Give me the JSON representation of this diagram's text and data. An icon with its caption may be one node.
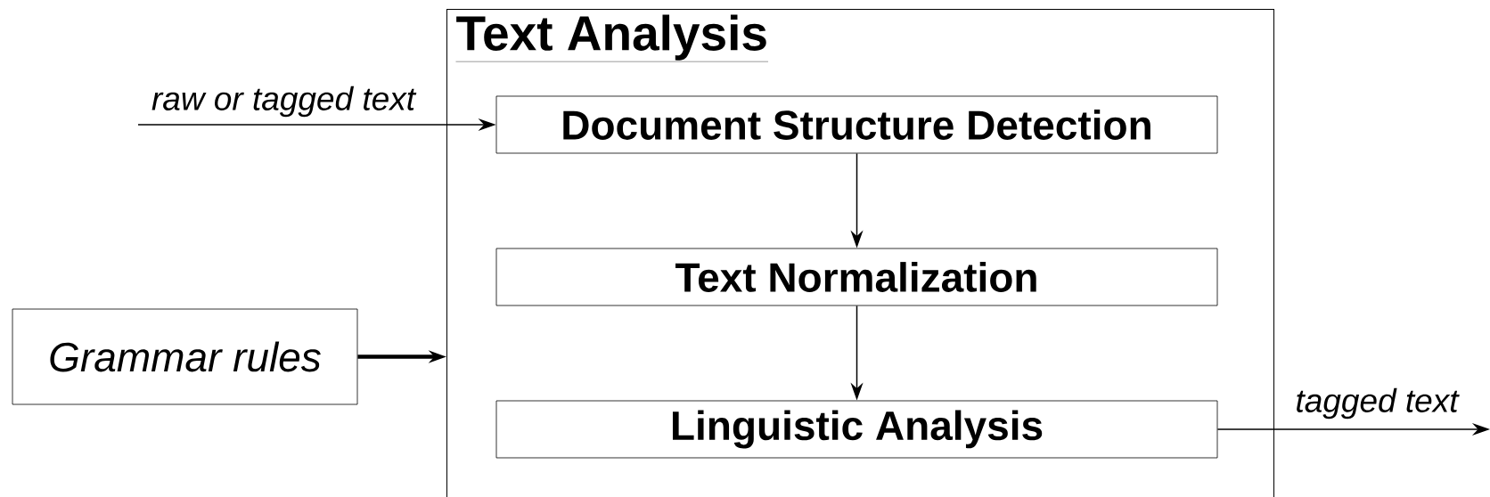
{
  "diagram": {
    "nodes": [
      {
        "text": [
          "Text Analysis"
        ]
      },
      {
        "text": [
          "Document Structure Detection"
        ],
        "in": 0
      },
      {
        "text": [
          "Text Normalization"
        ],
        "in": 0
      },
      {
        "text": [
          "Linguistic Analysis"
        ],
        "in": 0
      },
      {
        "text": [
          "Grammar rules"
        ]
      }
    ],
    "edges": [
      {
        "from": null,
        "to": 1,
        "arrow": "to",
        "label": "raw or tagged text"
      },
      {
        "from": 1,
        "to": 2,
        "arrow": "to"
      },
      {
        "from": 2,
        "to": 3,
        "arrow": "to"
      },
      {
        "from": 4,
        "to": 0,
        "arrow": "to",
        "style": "thick"
      },
      {
        "from": 3,
        "to": null,
        "arrow": "to",
        "label": "tagged text"
      }
    ]
  }
}
